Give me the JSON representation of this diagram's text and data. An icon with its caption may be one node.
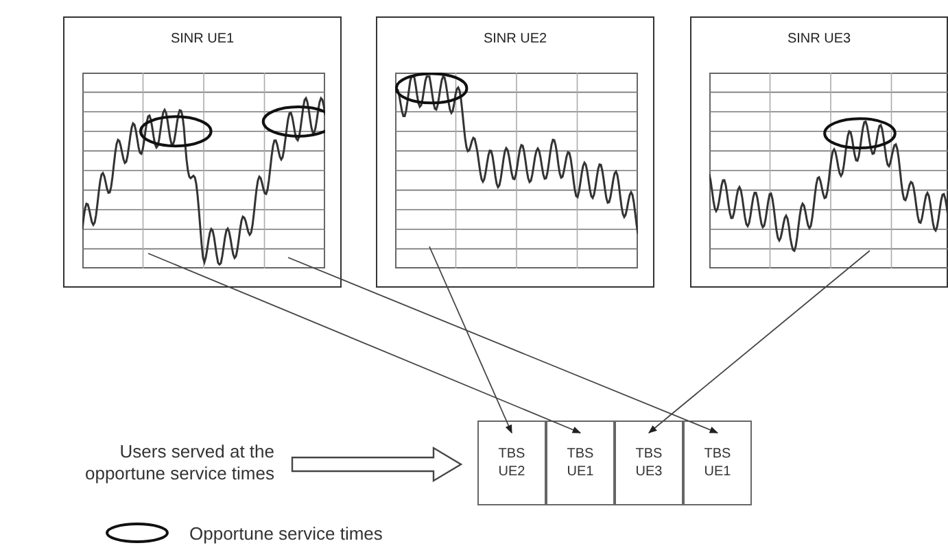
{
  "diagram": {
    "nodes": [
      {
        "text": [
          "SINR UE1"
        ]
      },
      {
        "text": [
          "SINR UE2"
        ]
      },
      {
        "text": [
          "SINR UE3"
        ]
      },
      {
        "text": [
          "TBS UE2"
        ]
      },
      {
        "text": [
          "TBS UE1"
        ]
      },
      {
        "text": [
          "TBS UE3"
        ]
      },
      {
        "text": [
          "TBS UE1"
        ]
      },
      {
        "text": [
          "Users served at the opportune service times"
        ]
      }
    ],
    "edges": [
      {
        "from": 0,
        "to": 4,
        "arrow": "to"
      },
      {
        "from": 0,
        "to": 6,
        "arrow": "to"
      },
      {
        "from": 1,
        "to": 3,
        "arrow": "to"
      },
      {
        "from": 2,
        "to": 5,
        "arrow": "to"
      },
      {
        "from": 7,
        "to": 3,
        "arrow": "to",
        "style": "thick"
      }
    ],
    "legend": [
      {
        "text": "Opportune service times"
      }
    ]
  }
}
